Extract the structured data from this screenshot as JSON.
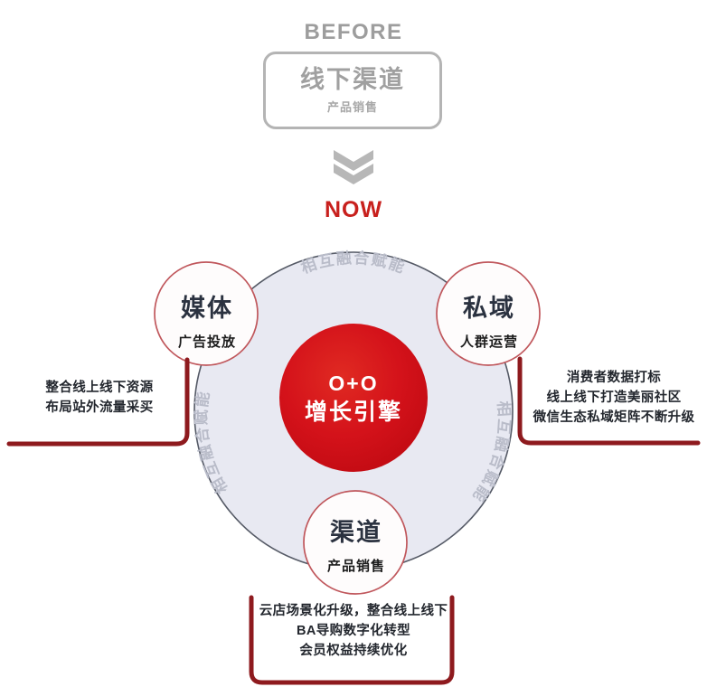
{
  "before": {
    "label": "BEFORE",
    "box_title": "线下渠道",
    "box_subtitle": "产品销售"
  },
  "transition": {
    "now_label": "NOW",
    "arrow_icon": "double-chevron-down-icon"
  },
  "center": {
    "line1": "O+O",
    "line2": "增长引擎",
    "color": "#d31117"
  },
  "ring": {
    "label_top": "相互融合赋能",
    "label_bottom_left": "相互融合赋能",
    "label_bottom_right": "相互融合赋能",
    "fill": "#e8e9f2",
    "stroke": "#5a5a64"
  },
  "nodes": [
    {
      "id": "media",
      "title": "媒体",
      "subtitle": "广告投放",
      "annotation": [
        "整合线上线下资源",
        "布局站外流量采买"
      ]
    },
    {
      "id": "private-domain",
      "title": "私域",
      "subtitle": "人群运营",
      "annotation": [
        "消费者数据打标",
        "线上线下打造美丽社区",
        "微信生态私域矩阵不断升级"
      ]
    },
    {
      "id": "channel",
      "title": "渠道",
      "subtitle": "产品销售",
      "annotation": [
        "云店场景化升级，整合线上线下",
        "BA导购数字化转型",
        "会员权益持续优化"
      ]
    }
  ],
  "annotations": {
    "left_line1": "整合线上线下资源",
    "left_line2": "布局站外流量采买",
    "right_line1": "消费者数据打标",
    "right_line2": "线上线下打造美丽社区",
    "right_line3": "微信生态私域矩阵不断升级",
    "bottom_line1": "云店场景化升级，整合线上线下",
    "bottom_line2": "BA导购数字化转型",
    "bottom_line3": "会员权益持续优化"
  },
  "colors": {
    "accent_red": "#c8201d",
    "bracket_red": "#8e1a1e",
    "gray": "#a0a0a0",
    "node_border": "#d98a8a"
  }
}
